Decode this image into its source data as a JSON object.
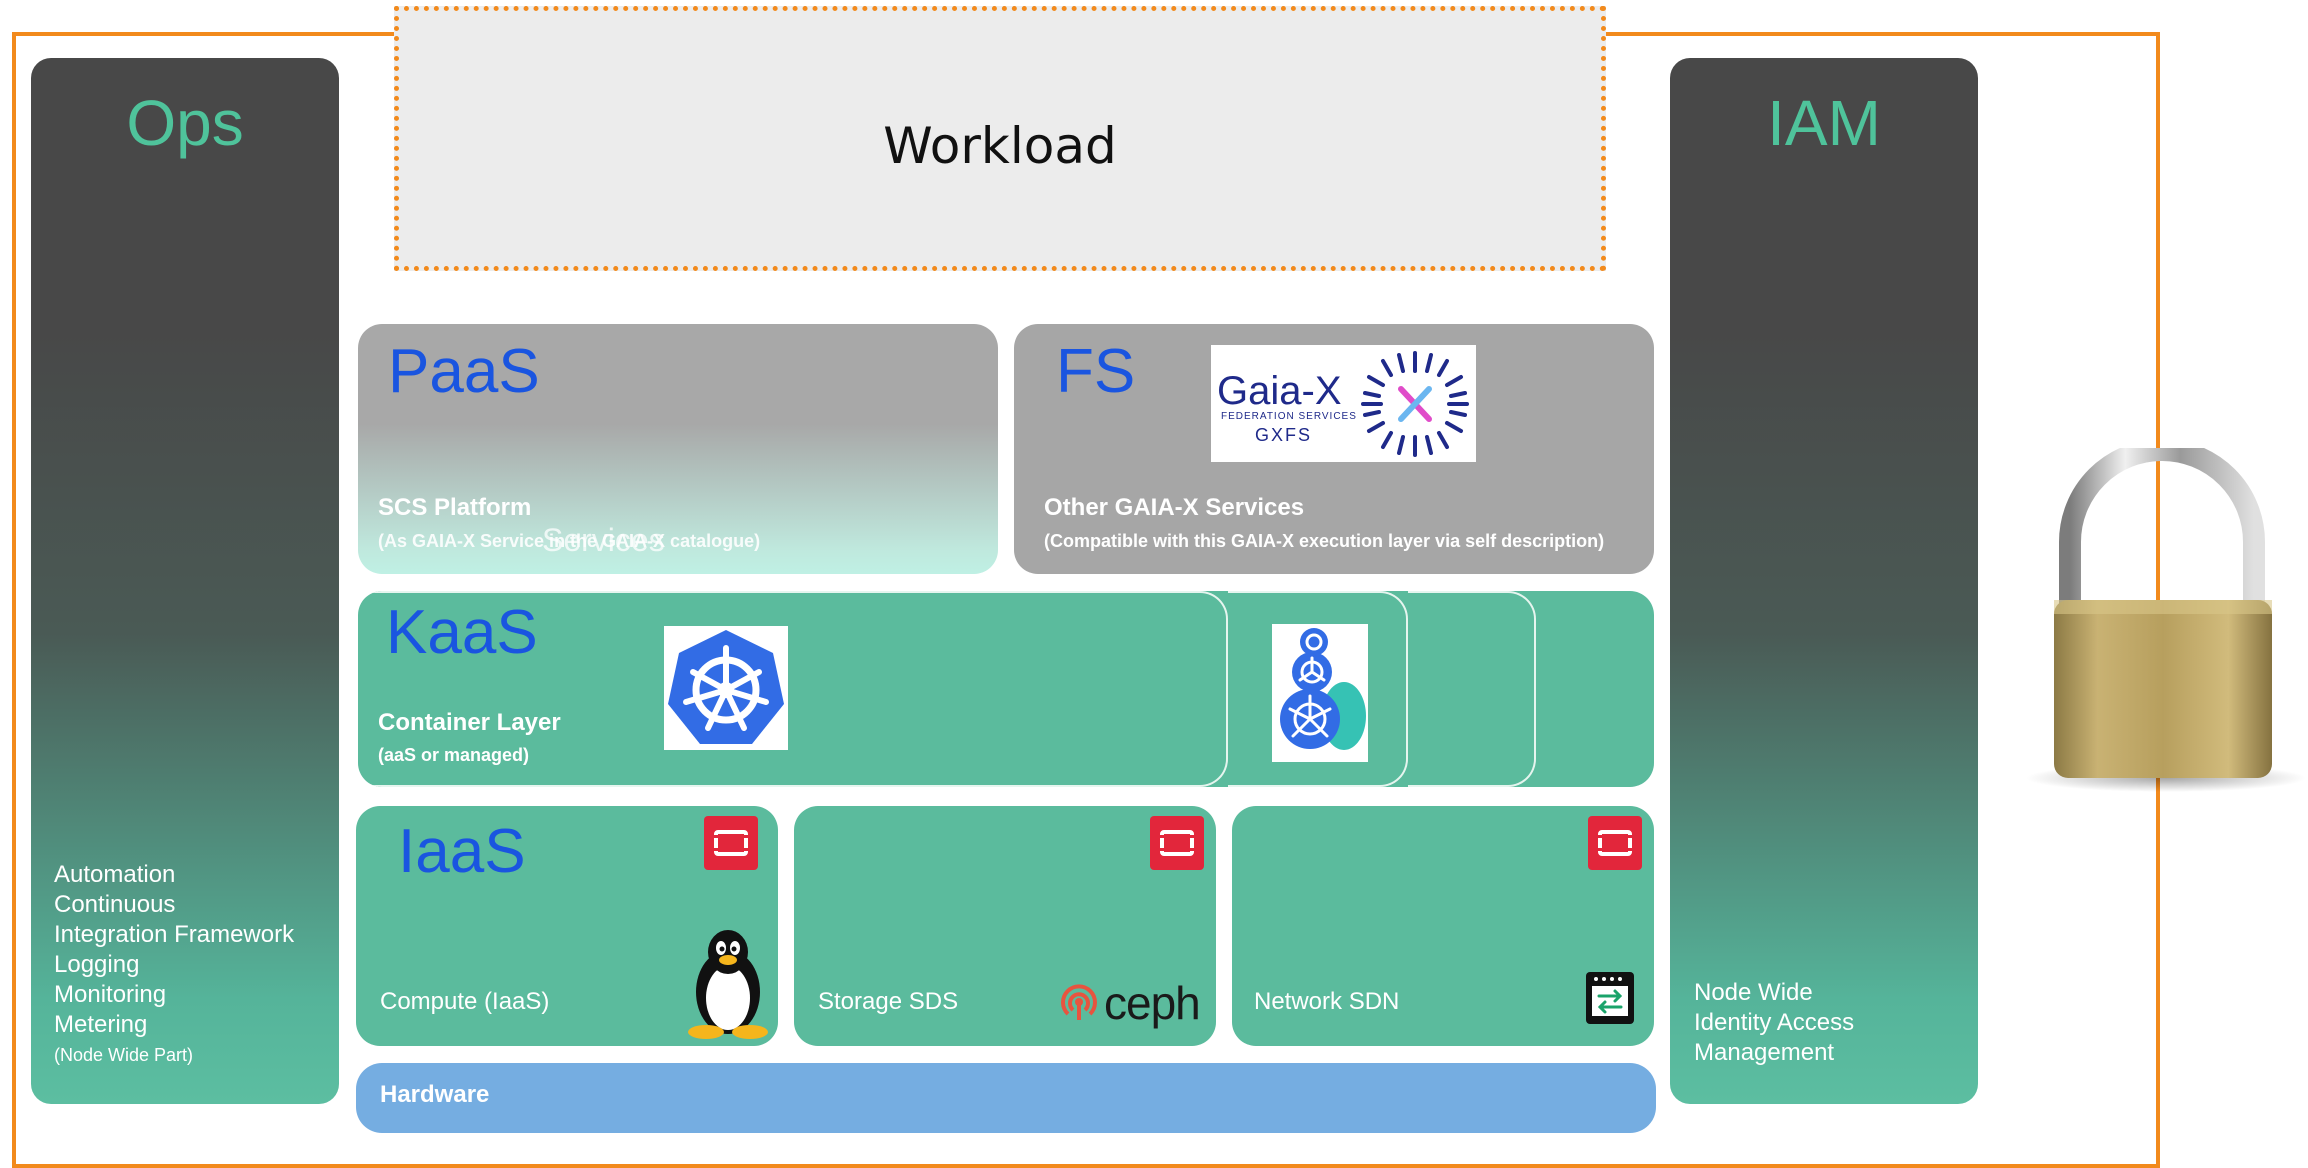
{
  "workload": {
    "title": "Workload"
  },
  "ops": {
    "title": "Ops",
    "items": [
      "Automation",
      "Continuous",
      "Integration Framework",
      "Logging",
      "Monitoring",
      "Metering"
    ],
    "note": "(Node Wide Part)"
  },
  "iam": {
    "title": "IAM",
    "items": [
      "Node Wide",
      "Identity Access",
      "Management"
    ]
  },
  "paas": {
    "title": "PaaS",
    "label": "SCS Platform",
    "sub": "(As GAIA-X Service in the GAIA-X catalogue)",
    "overlay": "Services"
  },
  "fs": {
    "title": "FS",
    "label": "Other GAIA-X Services",
    "sub": "(Compatible with this GAIA-X execution layer via self description)",
    "logo": {
      "name": "Gaia-X",
      "tagline": "FEDERATION SERVICES",
      "abbr": "GXFS"
    }
  },
  "kaas": {
    "title": "KaaS",
    "label": "Container Layer",
    "sub": "(aaS or managed)"
  },
  "iaas": {
    "title": "IaaS",
    "compute": "Compute (IaaS)",
    "storage": "Storage SDS",
    "network": "Network SDN",
    "ceph": "ceph"
  },
  "hardware": {
    "label": "Hardware"
  },
  "icons": [
    "kubernetes-icon",
    "kubernetes-stack-icon",
    "openstack-icon",
    "tux-icon",
    "ceph-icon",
    "switch-icon",
    "padlock-icon",
    "gaia-x-logo"
  ],
  "colors": {
    "frame": "#f28a1c",
    "title_blue": "#1a55e0",
    "pillar_title": "#4fc39b",
    "teal": "#5bbb9d",
    "hardware": "#75ade1",
    "openstack": "#e2263b",
    "ceph": "#e8543f"
  }
}
